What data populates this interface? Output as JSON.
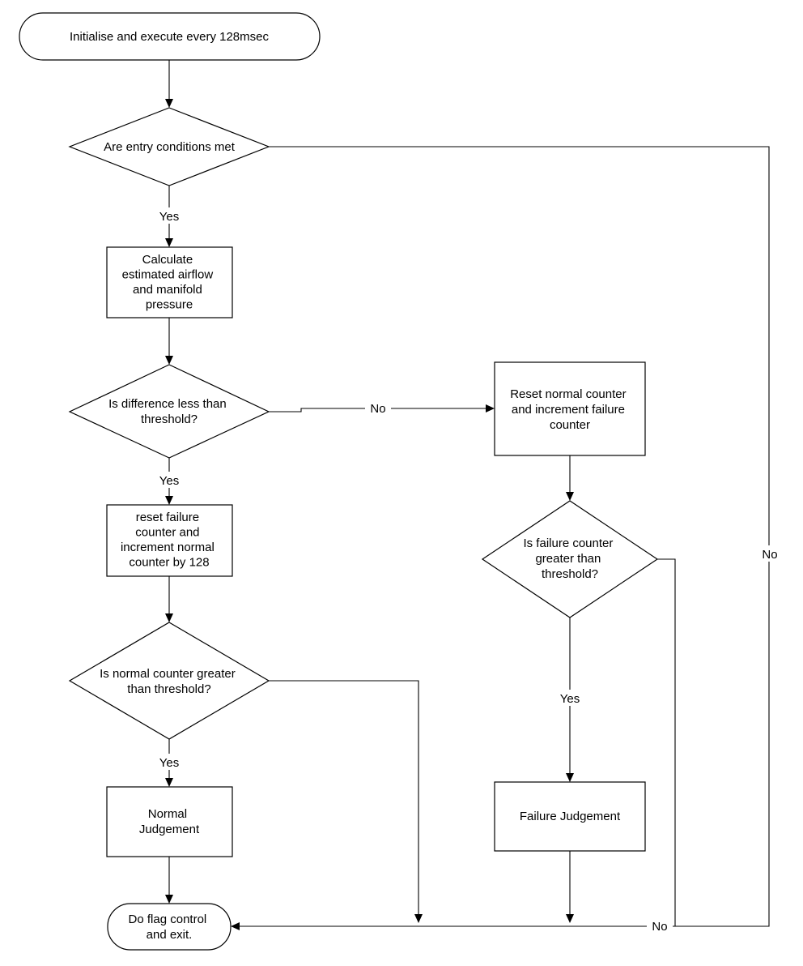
{
  "nodes": {
    "start": "Initialise and execute every 128msec",
    "entry": [
      "Are entry conditions met"
    ],
    "calc": [
      "Calculate",
      "estimated airflow",
      "and manifold",
      "pressure"
    ],
    "diff": [
      "Is difference less than",
      "threshold?"
    ],
    "resetNormal": [
      "Reset normal counter",
      "and increment failure",
      "counter"
    ],
    "resetFailure": [
      "reset failure",
      "counter and",
      "increment normal",
      "counter by 128"
    ],
    "failCheck": [
      "Is failure counter",
      "greater than",
      "threshold?"
    ],
    "normalCheck": [
      "Is normal counter greater",
      "than threshold?"
    ],
    "normalJudge": [
      "Normal",
      "Judgement"
    ],
    "failJudge": [
      "Failure Judgement"
    ],
    "exit": [
      "Do flag control",
      "and exit."
    ]
  },
  "edges": {
    "entryYes": "Yes",
    "diffYes": "Yes",
    "diffNo": "No",
    "normalYes": "Yes",
    "failYes": "Yes",
    "failNo": "No",
    "entryNo": "No"
  }
}
